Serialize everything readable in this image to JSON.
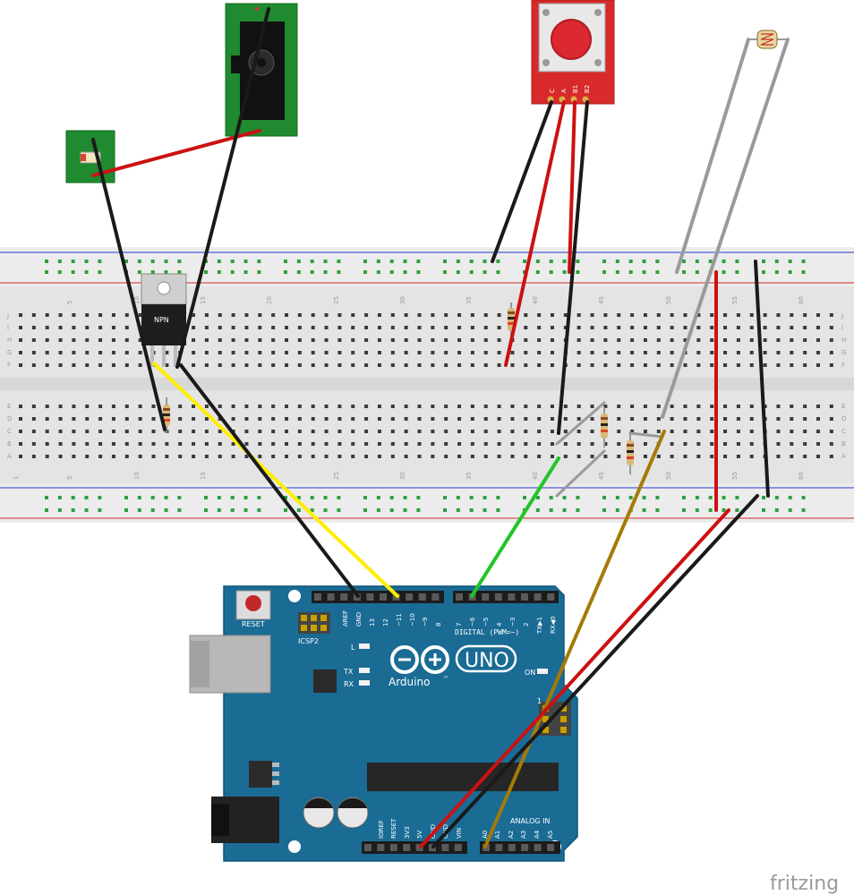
{
  "breadboard": {
    "row_letters_top": [
      "J",
      "I",
      "H",
      "G",
      "F"
    ],
    "row_letters_bottom": [
      "E",
      "D",
      "C",
      "B",
      "A"
    ],
    "column_numbers": [
      "1",
      "5",
      "10",
      "15",
      "20",
      "25",
      "30",
      "35",
      "40",
      "45",
      "50",
      "55",
      "60"
    ]
  },
  "transistor": {
    "label": "NPN"
  },
  "pushbutton_board": {
    "pins": [
      "C",
      "A",
      "B1",
      "B2"
    ]
  },
  "arduino": {
    "reset_label": "RESET",
    "icsp_label": "ICSP2",
    "header_top_left_pins": [
      "AREF",
      "GND",
      "13",
      "12",
      "~11",
      "~10",
      "~9",
      "8"
    ],
    "header_top_right_pins": [
      "7",
      "~6",
      "~5",
      "4",
      "~3",
      "2",
      "TX▶1",
      "RX◀0"
    ],
    "digital_label": "DIGITAL (PWM=~)",
    "led_labels": [
      "L",
      "TX",
      "RX"
    ],
    "on_label": "ON",
    "brand": "Arduino",
    "tm": "™",
    "model": "UNO",
    "pin1_label": "1",
    "power_pins": [
      "IOREF",
      "RESET",
      "3V3",
      "5V",
      "GND",
      "GND",
      "VIN"
    ],
    "analog_label": "ANALOG IN",
    "analog_pins": [
      "A0",
      "A1",
      "A2",
      "A3",
      "A4",
      "A5"
    ]
  },
  "watermark": "fritzing",
  "colors": {
    "wire_black": "#1a1a1a",
    "wire_red": "#cc1111",
    "wire_yellow": "#ffee00",
    "wire_green": "#22c42a",
    "wire_brown": "#a57a08",
    "wire_gray": "#9a9a9a",
    "arduino_blue": "#1a6c95",
    "breadboard": "#e6e6e6",
    "hole_green": "#2aa33a",
    "rail_red": "#d42a2a",
    "rail_blue": "#2a3ad4"
  }
}
